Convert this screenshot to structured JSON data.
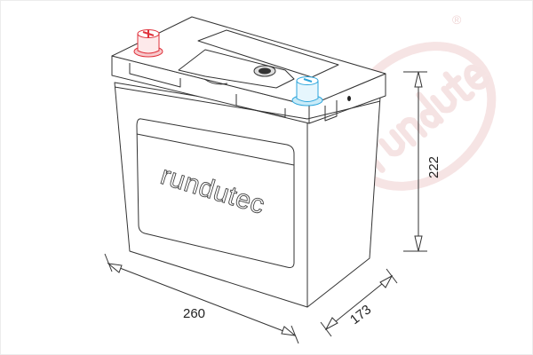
{
  "drawing": {
    "brand_label": "rundutec",
    "watermark": {
      "text": "rundutec",
      "registered_mark": "®",
      "color": "#f5e3e3"
    },
    "terminals": {
      "positive_color": "#e0323c",
      "negative_color": "#2ea6dc"
    },
    "dimensions": {
      "length": "260",
      "width": "173",
      "height": "222"
    }
  }
}
